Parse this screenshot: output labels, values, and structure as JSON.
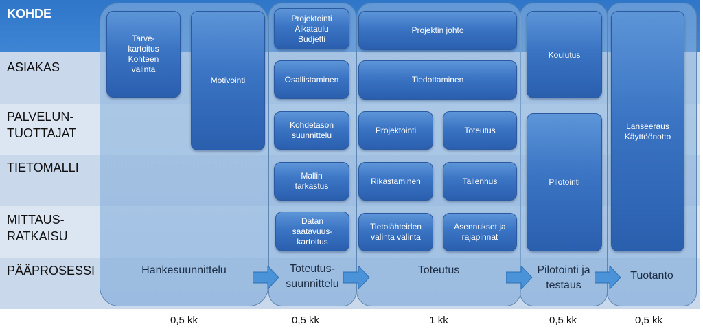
{
  "rows": {
    "kohde": "KOHDE",
    "asiakas": "ASIAKAS",
    "palveluntuottajat": "PALVELUN-\nTUOTTAJAT",
    "tietomalli": "TIETOMALLI",
    "mittausratkaisu": "MITTAUS-\nRATKAISU",
    "paaprosessi": "PÄÄPROSESSI"
  },
  "phases": {
    "hankesuunnittelu": "Hankesuunnittelu",
    "toteutussuunnittelu": "Toteutus-\nsuunnittelu",
    "toteutus": "Toteutus",
    "pilotointi_testaus": "Pilotointi ja\ntestaus",
    "tuotanto": "Tuotanto"
  },
  "boxes": {
    "tarvekartoitus": "Tarve-\nkartoitus\nKohteen\nvalinta",
    "motivointi": "Motivointi",
    "projektointi_aikataulu": "Projektointi\nAikataulu\nBudjetti",
    "osallistaminen": "Osallistaminen",
    "kohdetason": "Kohdetason\nsuunnittelu",
    "mallin_tarkastus": "Mallin\ntarkastus",
    "datan": "Datan\nsaatavuus-\nkartoitus",
    "projektin_johto": "Projektin johto",
    "tiedottaminen": "Tiedottaminen",
    "projektointi": "Projektointi",
    "toteutus_box": "Toteutus",
    "rikastaminen": "Rikastaminen",
    "tallennus": "Tallennus",
    "tietolahteiden": "Tietolähteiden\nvalinta valinta",
    "asennukset": "Asennukset ja\nrajapinnat",
    "koulutus": "Koulutus",
    "pilotointi": "Pilotointi",
    "lanseeraus": "Lanseeraus\nKäyttöönotto"
  },
  "durations": {
    "d1": "0,5 kk",
    "d2": "0,5 kk",
    "d3": "1 kk",
    "d4": "0,5 kk",
    "d5": "0,5 kk"
  },
  "colors": {
    "header_band": "#3a7fd0",
    "band_light": "#dbe6f2",
    "band_dark": "#c9d8ea",
    "box_blue": "#3a74c3",
    "arrow_blue": "#4a93d8"
  }
}
